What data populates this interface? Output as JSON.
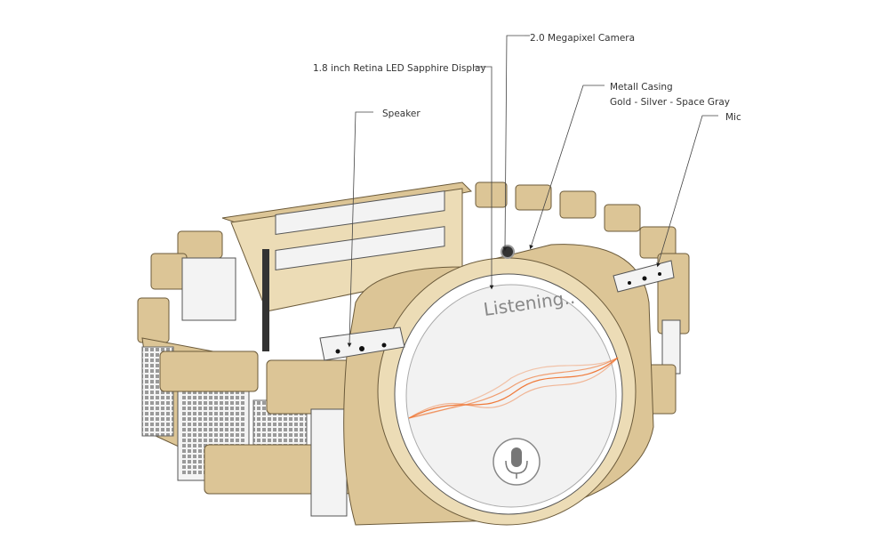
{
  "callouts": {
    "camera": "2.0 Megapixel Camera",
    "display": "1.8 inch Retina LED Sapphire Display",
    "casing_line1": "Metall Casing",
    "casing_line2": "Gold - Silver - Space Gray",
    "speaker": "Speaker",
    "mic": "Mic"
  },
  "screen": {
    "status_text": "Listening..",
    "icon": "microphone-icon",
    "wave_color": "#f07a3a"
  },
  "colors": {
    "casing": "#dcc596",
    "band_link": "#f3f3f3"
  }
}
